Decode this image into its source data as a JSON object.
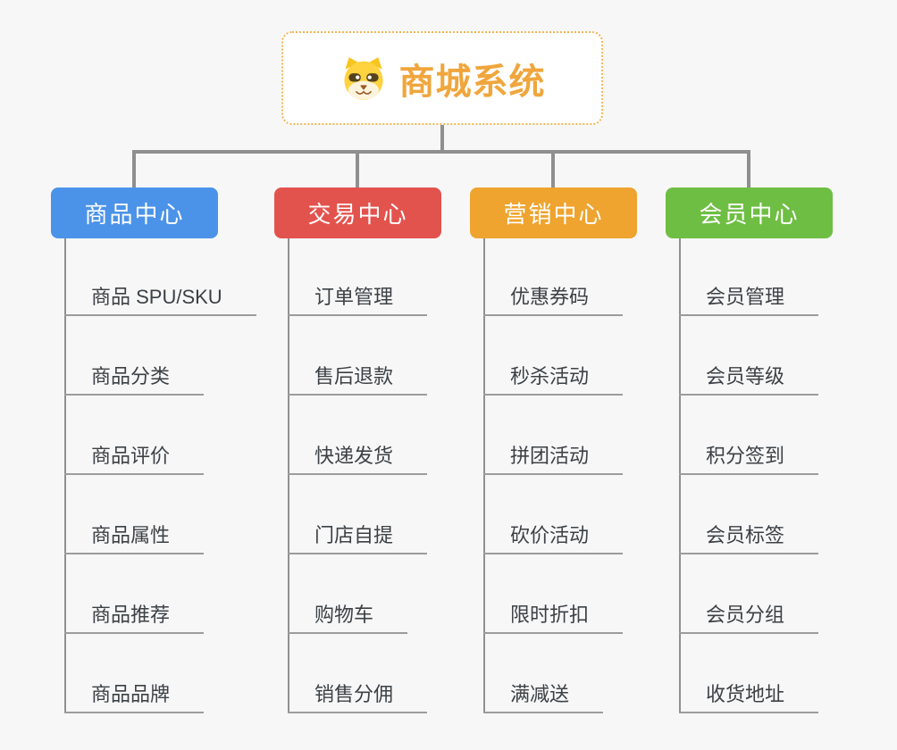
{
  "canvas": {
    "background": "#f7f7f7",
    "connector_color": "#8f8f8f"
  },
  "root": {
    "title": "商城系统",
    "icon": "dog-face-icon",
    "text_color": "#f0a63c",
    "border_color": "#f3b553"
  },
  "branches": [
    {
      "label": "商品中心",
      "color": "#4b93e8",
      "children": [
        "商品 SPU/SKU",
        "商品分类",
        "商品评价",
        "商品属性",
        "商品推荐",
        "商品品牌"
      ]
    },
    {
      "label": "交易中心",
      "color": "#e3534e",
      "children": [
        "订单管理",
        "售后退款",
        "快递发货",
        "门店自提",
        "购物车",
        "销售分佣"
      ]
    },
    {
      "label": "营销中心",
      "color": "#eea42f",
      "children": [
        "优惠券码",
        "秒杀活动",
        "拼团活动",
        "砍价活动",
        "限时折扣",
        "满减送"
      ]
    },
    {
      "label": "会员中心",
      "color": "#6fbe44",
      "children": [
        "会员管理",
        "会员等级",
        "积分签到",
        "会员标签",
        "会员分组",
        "收货地址"
      ]
    }
  ]
}
